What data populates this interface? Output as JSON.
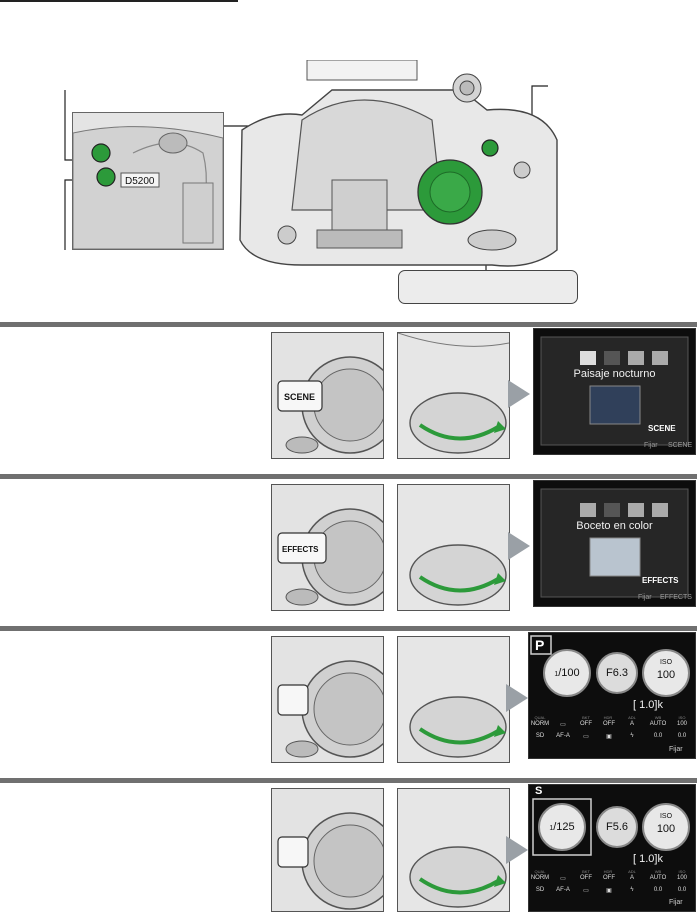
{
  "sections": [
    {
      "lcd": {
        "title": "Paisaje nocturno",
        "badge": "SCENE",
        "foot_left": "Fijar",
        "foot_right": "SCENE"
      }
    },
    {
      "lcd": {
        "title": "Boceto en color",
        "badge": "EFFECTS",
        "foot_left": "Fijar",
        "foot_right": "EFFECTS"
      }
    },
    {
      "info": {
        "mode": "P",
        "shutter_num": "1",
        "shutter_den": "100",
        "aperture": "F6.3",
        "iso_label": "ISO",
        "iso_value": "100",
        "remaining": "[ 1.0]k",
        "row1_heads": [
          "QUAL",
          "",
          "BKT",
          "HDR",
          "ADL",
          "WB",
          "ISO"
        ],
        "row1": [
          "NORM",
          "▭",
          "OFF",
          "OFF",
          "A",
          "AUTO",
          "100"
        ],
        "row2": [
          "SD",
          "AF-A",
          "▭",
          "▣",
          "ϟ",
          "0.0",
          "0.0"
        ],
        "foot": "Fijar"
      }
    },
    {
      "info": {
        "mode": "S",
        "shutter_num": "1",
        "shutter_den": "125",
        "aperture": "F5.6",
        "iso_label": "ISO",
        "iso_value": "100",
        "remaining": "[ 1.0]k",
        "row1_heads": [
          "QUAL",
          "",
          "BKT",
          "HDR",
          "ADL",
          "WB",
          "ISO"
        ],
        "row1": [
          "NORM",
          "▭",
          "OFF",
          "OFF",
          "A",
          "AUTO",
          "100"
        ],
        "row2": [
          "SD",
          "AF-A",
          "▭",
          "▣",
          "ϟ",
          "0.0",
          "0.0"
        ],
        "foot": "Fijar"
      }
    }
  ],
  "dial_labels": {
    "scene": "SCENE",
    "effects": "EFFECTS"
  },
  "colors": {
    "accent_green": "#2c9a3a",
    "section_bar": "#707070",
    "arrow": "#9aa0a6"
  }
}
